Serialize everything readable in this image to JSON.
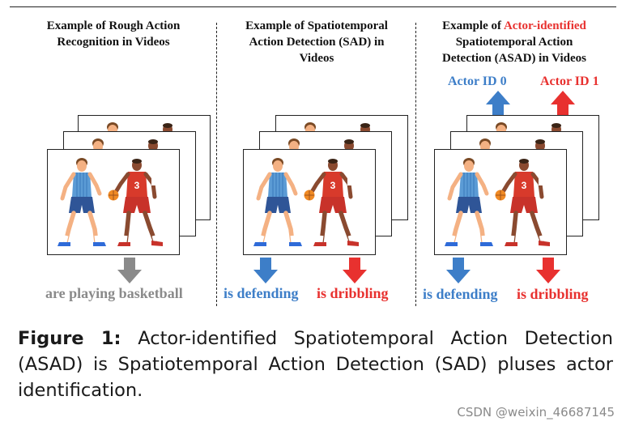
{
  "panels": [
    {
      "title_lines": [
        "Example of Rough Action",
        "Recognition in Videos"
      ],
      "caption": "are playing basketball"
    },
    {
      "title_lines": [
        "Example of  Spatiotemporal",
        "Action Detection (SAD) in",
        "Videos"
      ],
      "captions": [
        "is defending",
        "is dribbling"
      ]
    },
    {
      "title_prefix": "Example of ",
      "title_highlight": "Actor-identified",
      "title_lines": [
        "Spatiotemporal Action",
        "Detection (ASAD) in Videos"
      ],
      "actor_ids": [
        "Actor ID 0",
        "Actor ID 1"
      ],
      "captions": [
        "is defending",
        "is dribbling"
      ]
    }
  ],
  "figure_caption": {
    "label": "Figure 1:",
    "text": " Actor-identified Spatiotemporal Action Detection (ASAD) is Spatiotemporal Action Detection (SAD) pluses actor identification."
  },
  "watermark": "CSDN @weixin_46687145",
  "colors": {
    "blue": "#3d7ec8",
    "red": "#e8312f",
    "gray": "#8a8a8a",
    "jersey_blue": "#5b9bd5",
    "jersey_red": "#d83a2b",
    "skin_light": "#f4b183",
    "skin_dark": "#8a4a30"
  }
}
